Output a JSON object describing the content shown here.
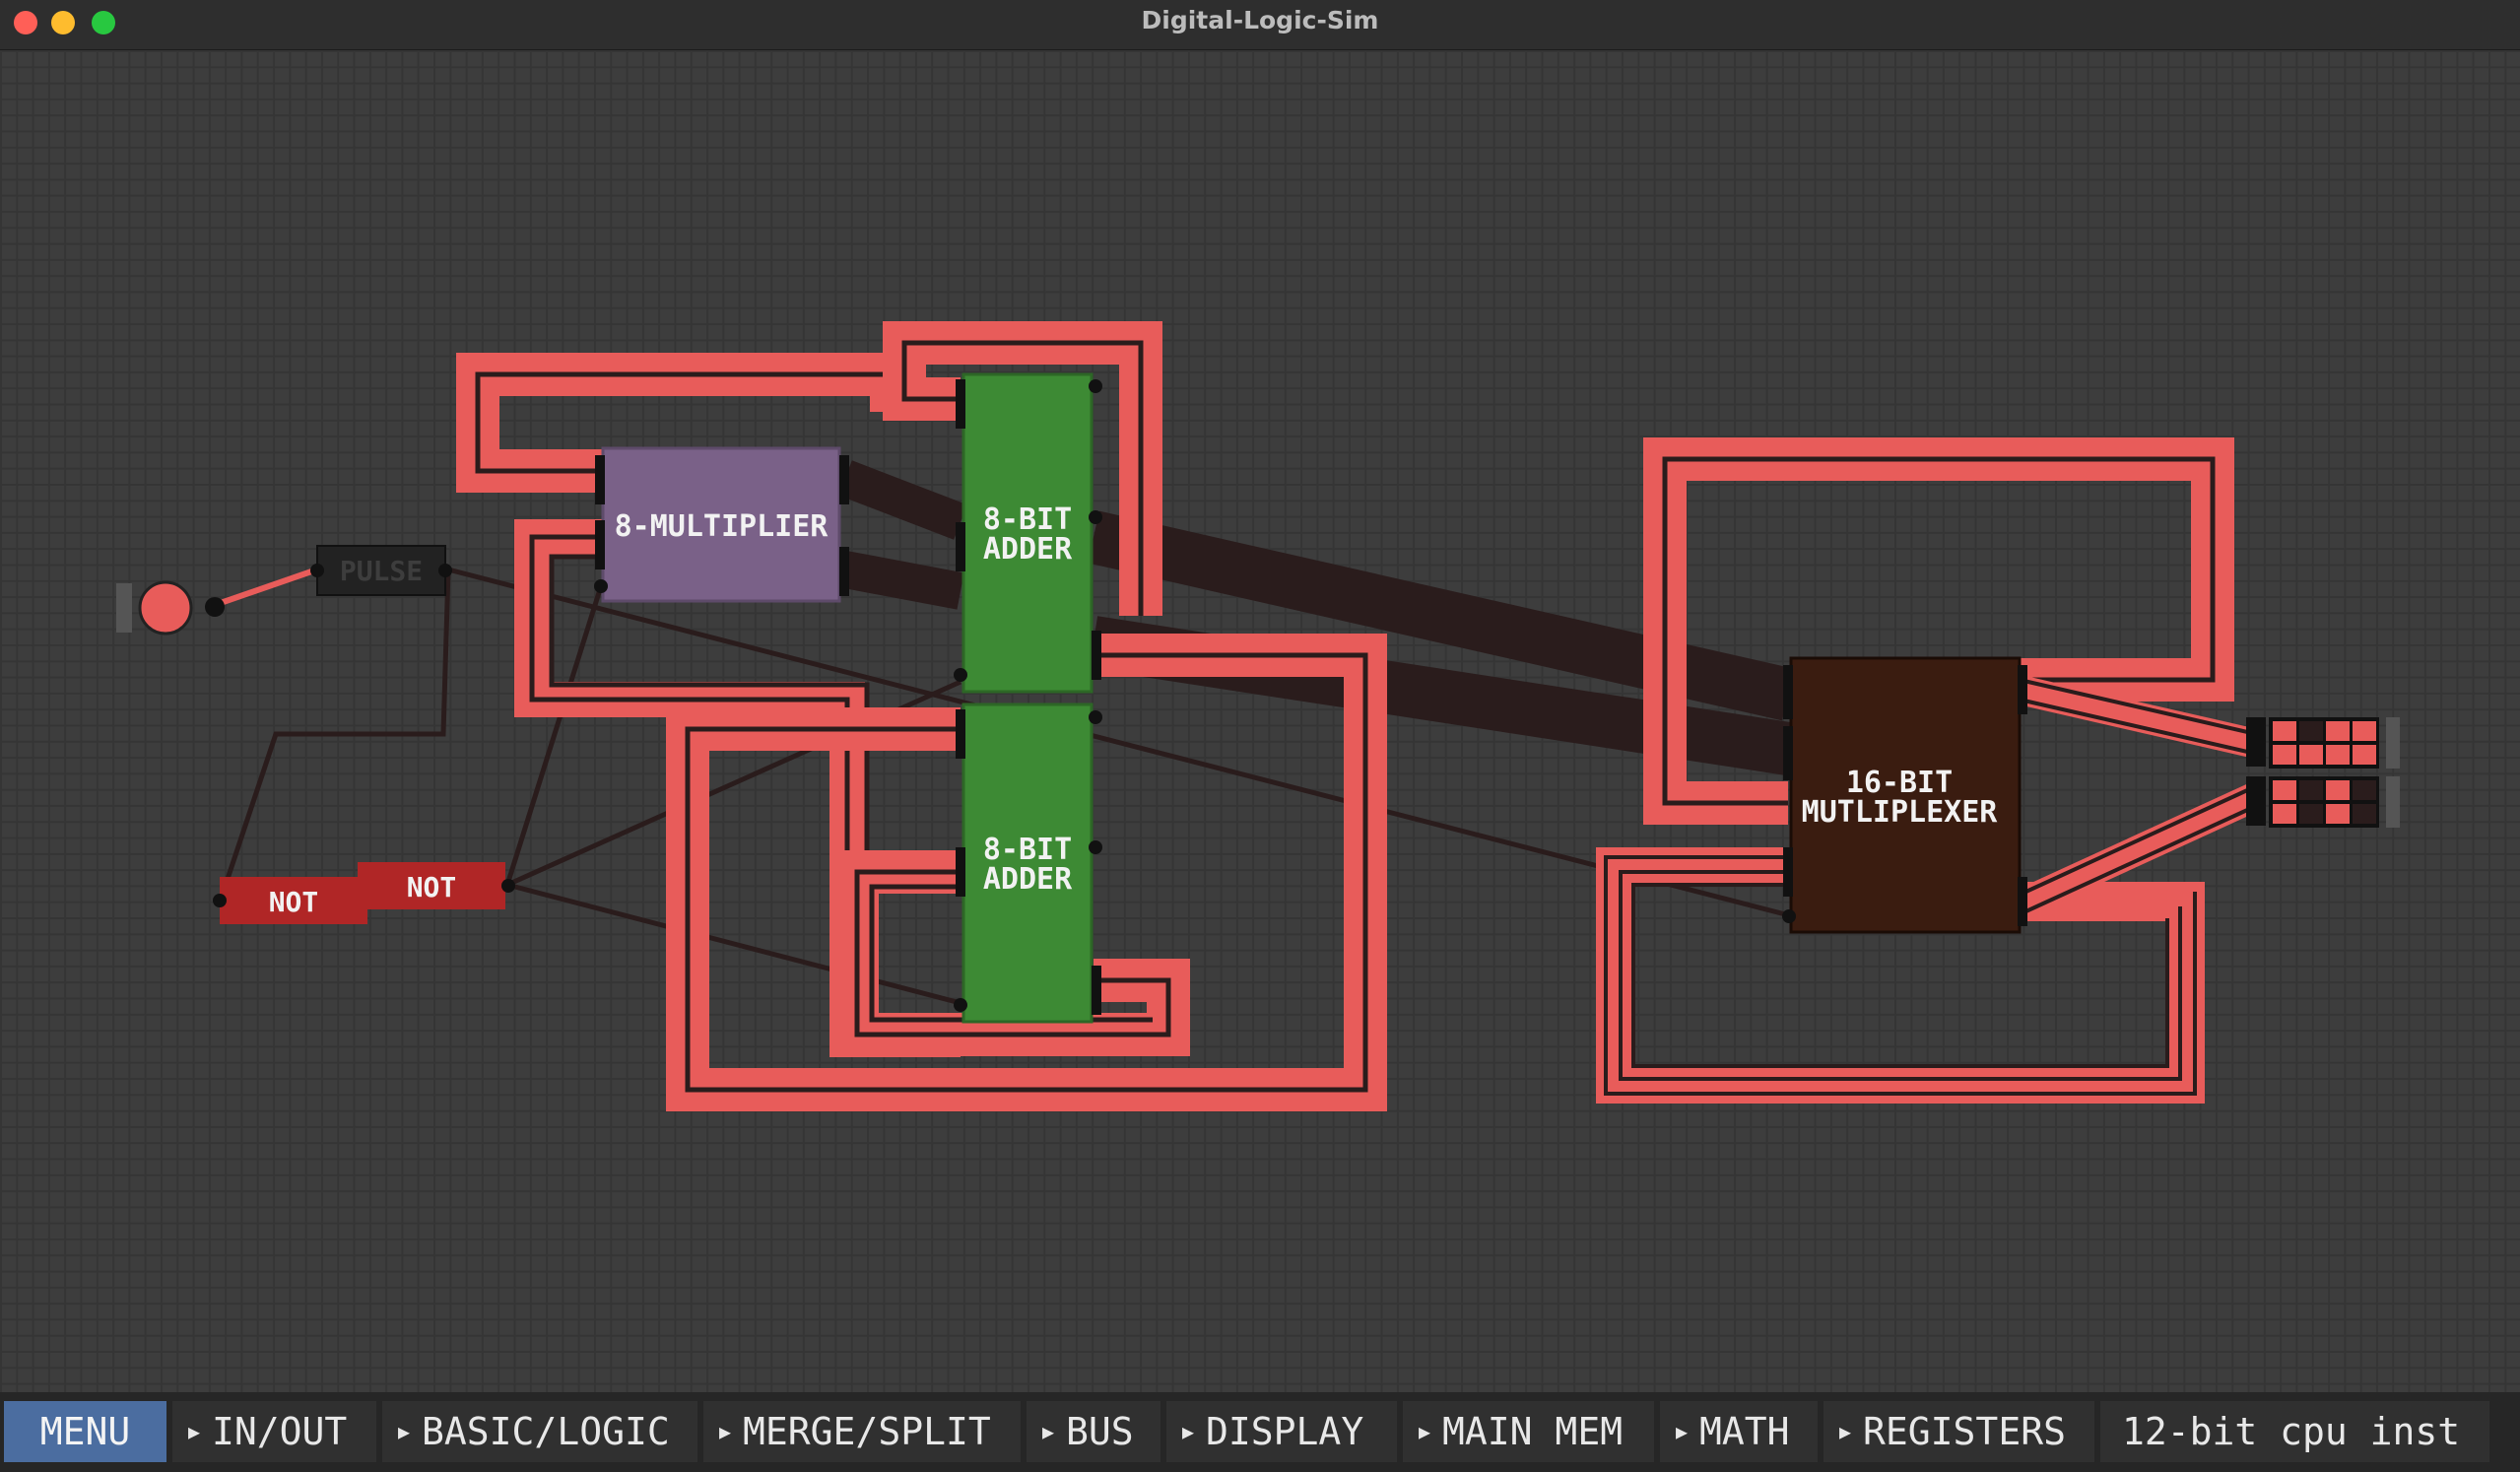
{
  "window": {
    "title": "Digital-Logic-Sim",
    "traffic_lights": [
      "#ff5f57",
      "#febc2e",
      "#28c840"
    ]
  },
  "circuit": {
    "chips": {
      "pulse": "PULSE",
      "not_1": "NOT",
      "not_2": "NOT",
      "multiplier": "8-MULTIPLIER",
      "adder_top_line1": "8-BIT",
      "adder_top_line2": "ADDER",
      "adder_bottom_line1": "8-BIT",
      "adder_bottom_line2": "ADDER",
      "mux_line1": "16-BIT",
      "mux_line2": "MUTLIPLEXER"
    },
    "colors": {
      "wire_on": "#e85c5a",
      "wire_off": "#2a1c1c",
      "adder": "#3d8a34",
      "multiplier": "#7a6188",
      "mux": "#3a1c10",
      "not_gate": "#b02626",
      "pulse": "#222222",
      "input_on": "#e85c5a"
    }
  },
  "toolbar": {
    "items": [
      {
        "label": "MENU",
        "active": true
      },
      {
        "label": "IN/OUT"
      },
      {
        "label": "BASIC/LOGIC"
      },
      {
        "label": "MERGE/SPLIT"
      },
      {
        "label": "BUS"
      },
      {
        "label": "DISPLAY"
      },
      {
        "label": "MAIN MEM"
      },
      {
        "label": "MATH"
      },
      {
        "label": "REGISTERS"
      },
      {
        "label": "12-bit cpu inst"
      }
    ]
  }
}
